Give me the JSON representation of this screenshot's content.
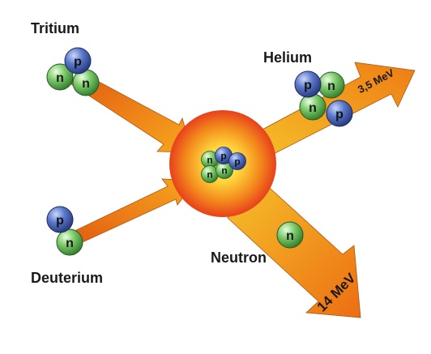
{
  "labels": {
    "tritium": "Tritium",
    "deuterium": "Deuterium",
    "helium": "Helium",
    "neutron": "Neutron"
  },
  "energies": {
    "helium": "3,5 MeV",
    "neutron": "14 MeV"
  },
  "particles": {
    "proton_letter": "p",
    "neutron_letter": "n"
  },
  "colors": {
    "arrow_orange": "#f08a1c",
    "arrow_yellow": "#f6b81e",
    "core_red": "#e8401c",
    "core_yellow": "#ffd23a",
    "proton_blue": "#5a78c8",
    "neutron_green": "#7cc86a"
  }
}
